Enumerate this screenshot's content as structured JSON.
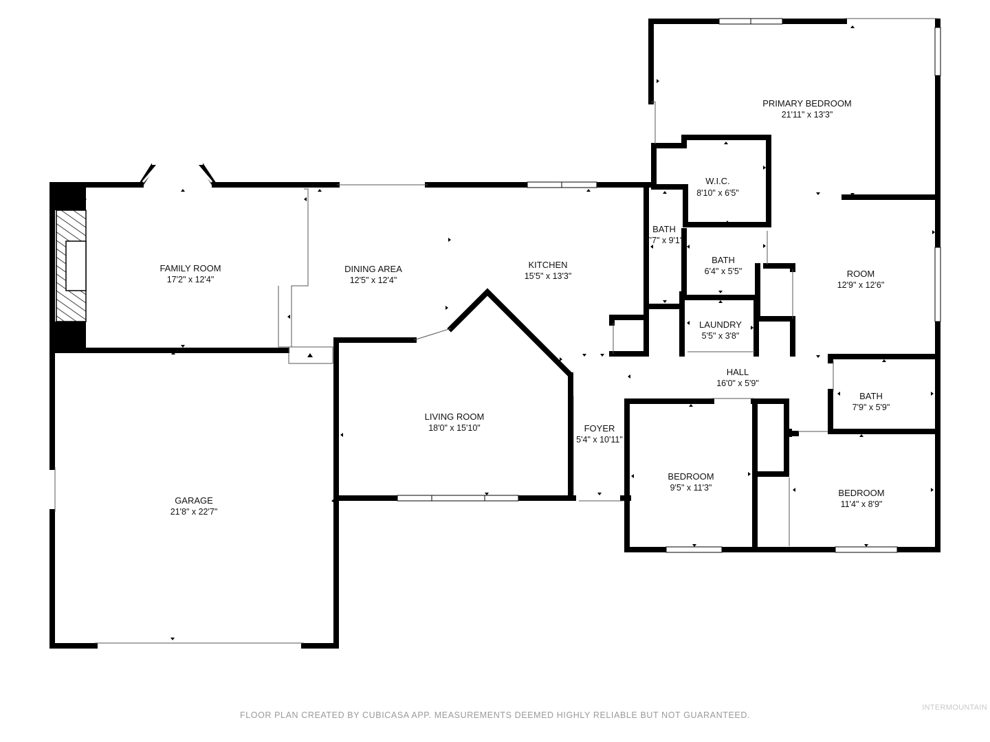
{
  "rooms": [
    {
      "id": "primary-bedroom",
      "name": "PRIMARY BEDROOM",
      "dim": "21'11\" x 13'3\""
    },
    {
      "id": "wic",
      "name": "W.I.C.",
      "dim": "8'10\" x 6'5\""
    },
    {
      "id": "family-room",
      "name": "FAMILY ROOM",
      "dim": "17'2\" x 12'4\""
    },
    {
      "id": "dining-area",
      "name": "DINING AREA",
      "dim": "12'5\" x 12'4\""
    },
    {
      "id": "kitchen",
      "name": "KITCHEN",
      "dim": "15'5\" x 13'3\""
    },
    {
      "id": "bath-1",
      "name": "BATH",
      "dim": "7'7\" x 9'1\""
    },
    {
      "id": "bath-2",
      "name": "BATH",
      "dim": "6'4\" x 5'5\""
    },
    {
      "id": "room",
      "name": "ROOM",
      "dim": "12'9\" x 12'6\""
    },
    {
      "id": "laundry",
      "name": "LAUNDRY",
      "dim": "5'5\" x 3'8\""
    },
    {
      "id": "hall",
      "name": "HALL",
      "dim": "16'0\" x 5'9\""
    },
    {
      "id": "bath-3",
      "name": "BATH",
      "dim": "7'9\" x 5'9\""
    },
    {
      "id": "living-room",
      "name": "LIVING ROOM",
      "dim": "18'0\" x 15'10\""
    },
    {
      "id": "foyer",
      "name": "FOYER",
      "dim": "5'4\" x 10'11\""
    },
    {
      "id": "bedroom-1",
      "name": "BEDROOM",
      "dim": "9'5\" x 11'3\""
    },
    {
      "id": "bedroom-2",
      "name": "BEDROOM",
      "dim": "11'4\" x 8'9\""
    },
    {
      "id": "garage",
      "name": "GARAGE",
      "dim": "21'8\" x 22'7\""
    }
  ],
  "footer": "FLOOR PLAN CREATED BY CUBICASA APP. MEASUREMENTS DEEMED HIGHLY RELIABLE BUT NOT GUARANTEED.",
  "brand": "INTERMOUNTAIN",
  "colors": {
    "wall": "#000000",
    "window": "#ffffff",
    "label": "#111111",
    "footer": "#9a9a9a"
  }
}
